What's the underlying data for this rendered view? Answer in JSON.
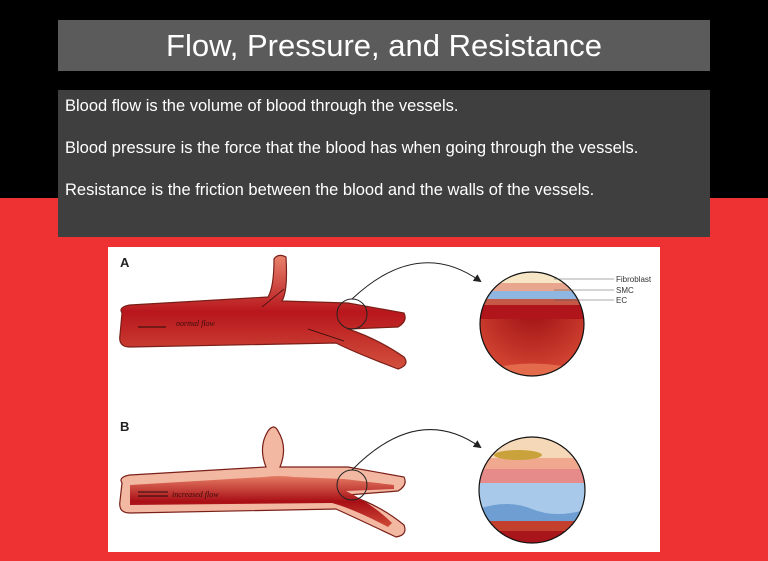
{
  "slide": {
    "title": "Flow, Pressure, and Resistance",
    "paragraphs": [
      "Blood flow is the volume of blood through the vessels.",
      "Blood pressure is the force that the blood has when going through the vessels.",
      "Resistance is the friction between the blood and the walls of the vessels."
    ],
    "colors": {
      "top_background": "#000000",
      "bottom_background": "#ee3233",
      "title_bar": "#5b5b5b",
      "text_box": "#3f3f3f"
    }
  },
  "figure": {
    "panel_a_label": "A",
    "panel_b_label": "B",
    "flow_a_label": "normal flow",
    "flow_b_label": "increased flow",
    "layer_labels": [
      "Fibroblast",
      "SMC",
      "EC"
    ]
  }
}
